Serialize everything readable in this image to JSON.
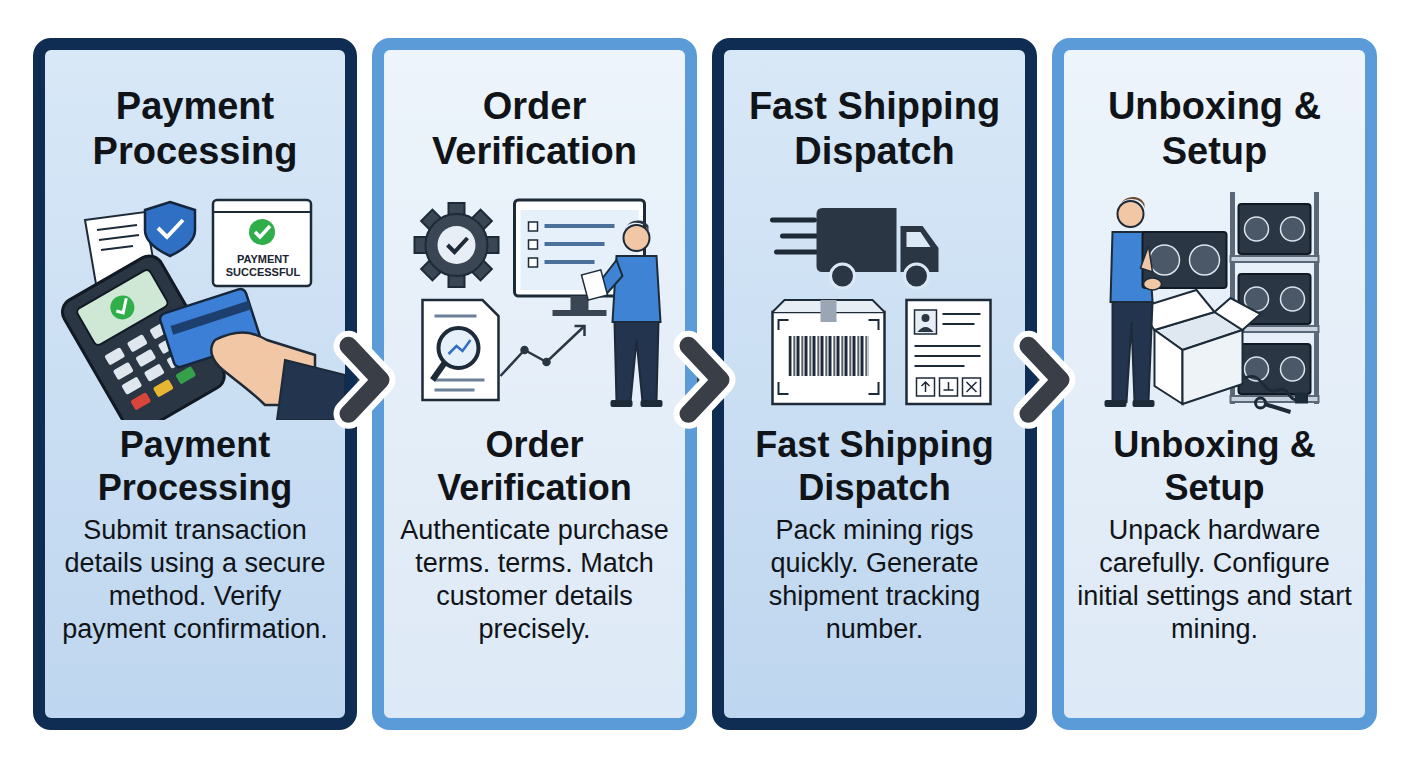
{
  "diagram": {
    "nodes": [
      {
        "text": [
          "Payment Processing",
          "Payment Processing",
          "Submit transaction details using a secure method. Verify payment confirmation."
        ]
      },
      {
        "text": [
          "Order Verification",
          "Order Verification",
          "Authenticate purchase terms. terms. Match customer details precisely."
        ]
      },
      {
        "text": [
          "Fast Shipping Dispatch",
          "Fast Shipping Dispatch",
          "Pack mining rigs quickly. Generate shipment tracking number."
        ]
      },
      {
        "text": [
          "Unboxing & Setup",
          "Unboxing & Setup",
          "Unpack hardware carefully. Configure initial settings and start mining."
        ]
      }
    ],
    "edges": [
      {
        "from": 0,
        "to": 1,
        "arrow": "to"
      },
      {
        "from": 1,
        "to": 2,
        "arrow": "to"
      },
      {
        "from": 2,
        "to": 3,
        "arrow": "to"
      }
    ],
    "labels": [
      "PAYMENT SUCCESSFUL"
    ]
  }
}
